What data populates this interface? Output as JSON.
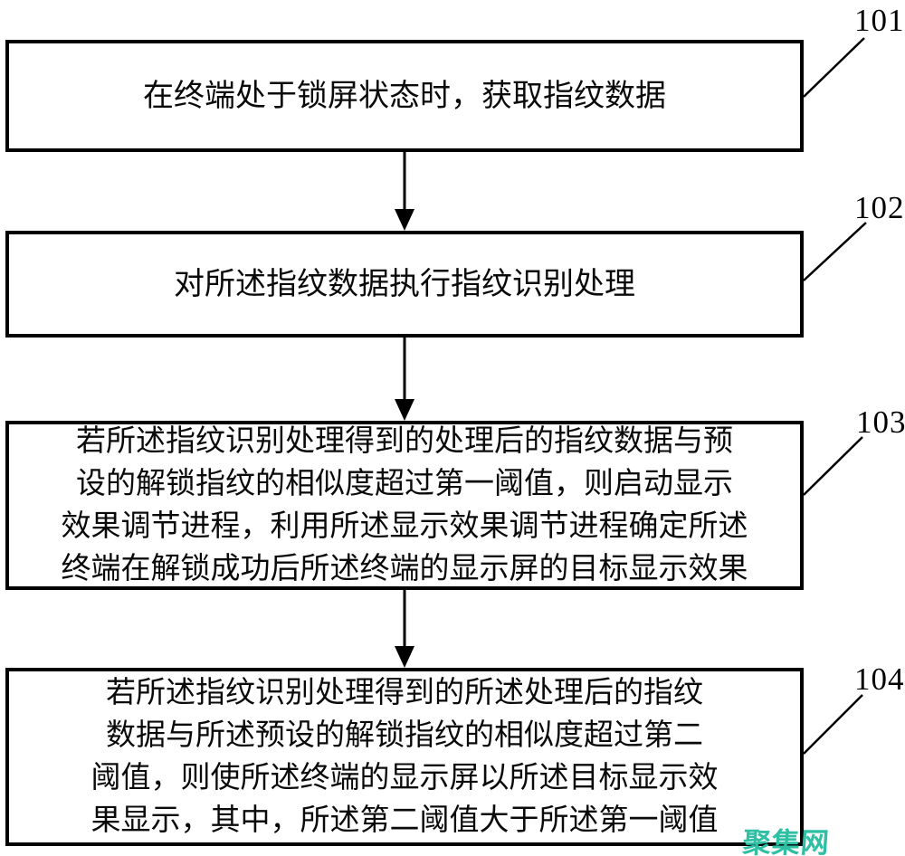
{
  "flowchart": {
    "steps": [
      {
        "ref": "101",
        "text": "在终端处于锁屏状态时，获取指纹数据"
      },
      {
        "ref": "102",
        "text": "对所述指纹数据执行指纹识别处理"
      },
      {
        "ref": "103",
        "text": "若所述指纹识别处理得到的处理后的指纹数据与预\n设的解锁指纹的相似度超过第一阈值，则启动显示\n效果调节进程，利用所述显示效果调节进程确定所述\n终端在解锁成功后所述终端的显示屏的目标显示效果"
      },
      {
        "ref": "104",
        "text": "若所述指纹识别处理得到的所述处理后的指纹\n数据与所述预设的解锁指纹的相似度超过第二\n阈值，则使所述终端的显示屏以所述目标显示效\n果显示，其中，所述第二阈值大于所述第一阈值"
      }
    ],
    "colors": {
      "line": "#000000",
      "box_border": "#000000",
      "background": "#ffffff",
      "watermark": "#2fbfa3"
    },
    "watermark": {
      "text": "聚集网"
    }
  }
}
